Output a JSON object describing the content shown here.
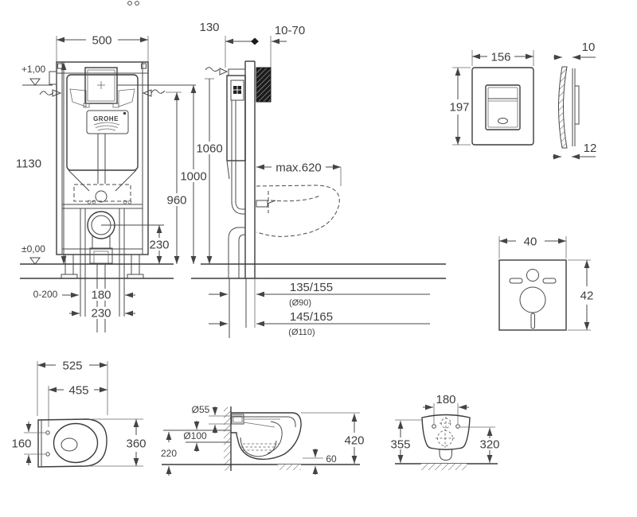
{
  "drawing": {
    "brand": "GROHE",
    "frame_front": {
      "width": "500",
      "height": "1130",
      "level_top": "+1,00",
      "level_floor": "±0,00",
      "foot_adjust": "0-200",
      "fixing_spacing": "180",
      "bottom_width": "230",
      "outlet_height": "230",
      "rough_in_1": "960",
      "rough_in_2": "1000",
      "rough_in_3": "1060"
    },
    "frame_side": {
      "depth": "130",
      "wall_clearance": "10-70",
      "max_depth": "max.620",
      "outlet_offset_90": "135/155",
      "outlet_dia_90": "(Ø90)",
      "outlet_offset_110": "145/165",
      "outlet_dia_110": "(Ø110)"
    },
    "flush_plate": {
      "width": "156",
      "height": "197",
      "thickness_top": "10",
      "thickness_bottom": "12"
    },
    "sound_insulation": {
      "width": "40",
      "height": "42"
    },
    "bowl_top": {
      "length": "525",
      "length_to_holes": "455",
      "hole_spacing": "160",
      "width": "360"
    },
    "bowl_side": {
      "inlet_dia": "Ø55",
      "outlet_dia": "Ø100",
      "outlet_center_height": "220",
      "height": "420",
      "floor_clearance": "60"
    },
    "bowl_rear": {
      "hole_spacing": "180",
      "height_overall": "355",
      "height_holes": "320"
    }
  }
}
